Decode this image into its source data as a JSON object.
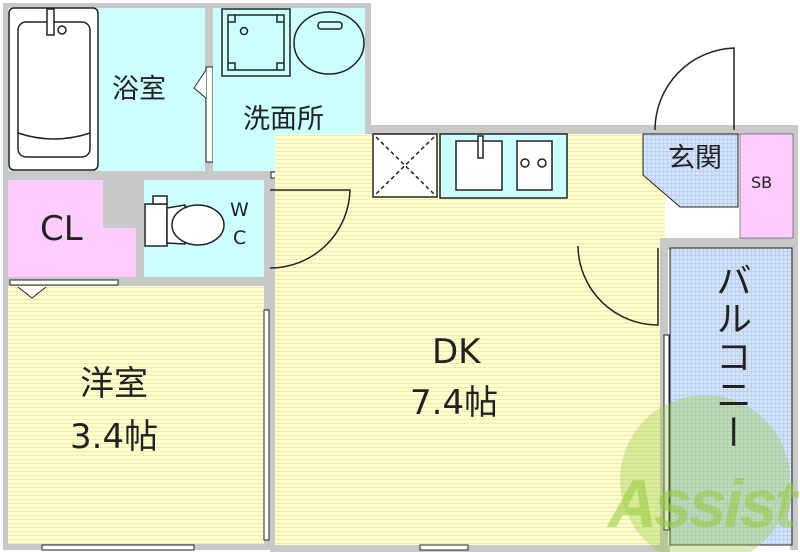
{
  "floorplan": {
    "rooms": {
      "bath": {
        "label": "浴室"
      },
      "washroom": {
        "label": "洗面所"
      },
      "closet": {
        "label": "CL"
      },
      "toilet": {
        "label_line1": "W",
        "label_line2": "C"
      },
      "western_room": {
        "label": "洋室",
        "size": "3.4帖"
      },
      "dk": {
        "label": "DK",
        "size": "7.4帖"
      },
      "entrance": {
        "label": "玄関"
      },
      "shoe_box": {
        "label": "SB"
      },
      "balcony": {
        "label": "バルコニー"
      }
    },
    "watermark": "Assist",
    "colors": {
      "wet_area": "#ccffff",
      "floor": "#ffffcc",
      "closet": "#ffccff",
      "entrance": "#cce0ff",
      "balcony": "#d8e8ff",
      "wall": "#c8c8c8",
      "watermark": "#96c83c"
    }
  }
}
